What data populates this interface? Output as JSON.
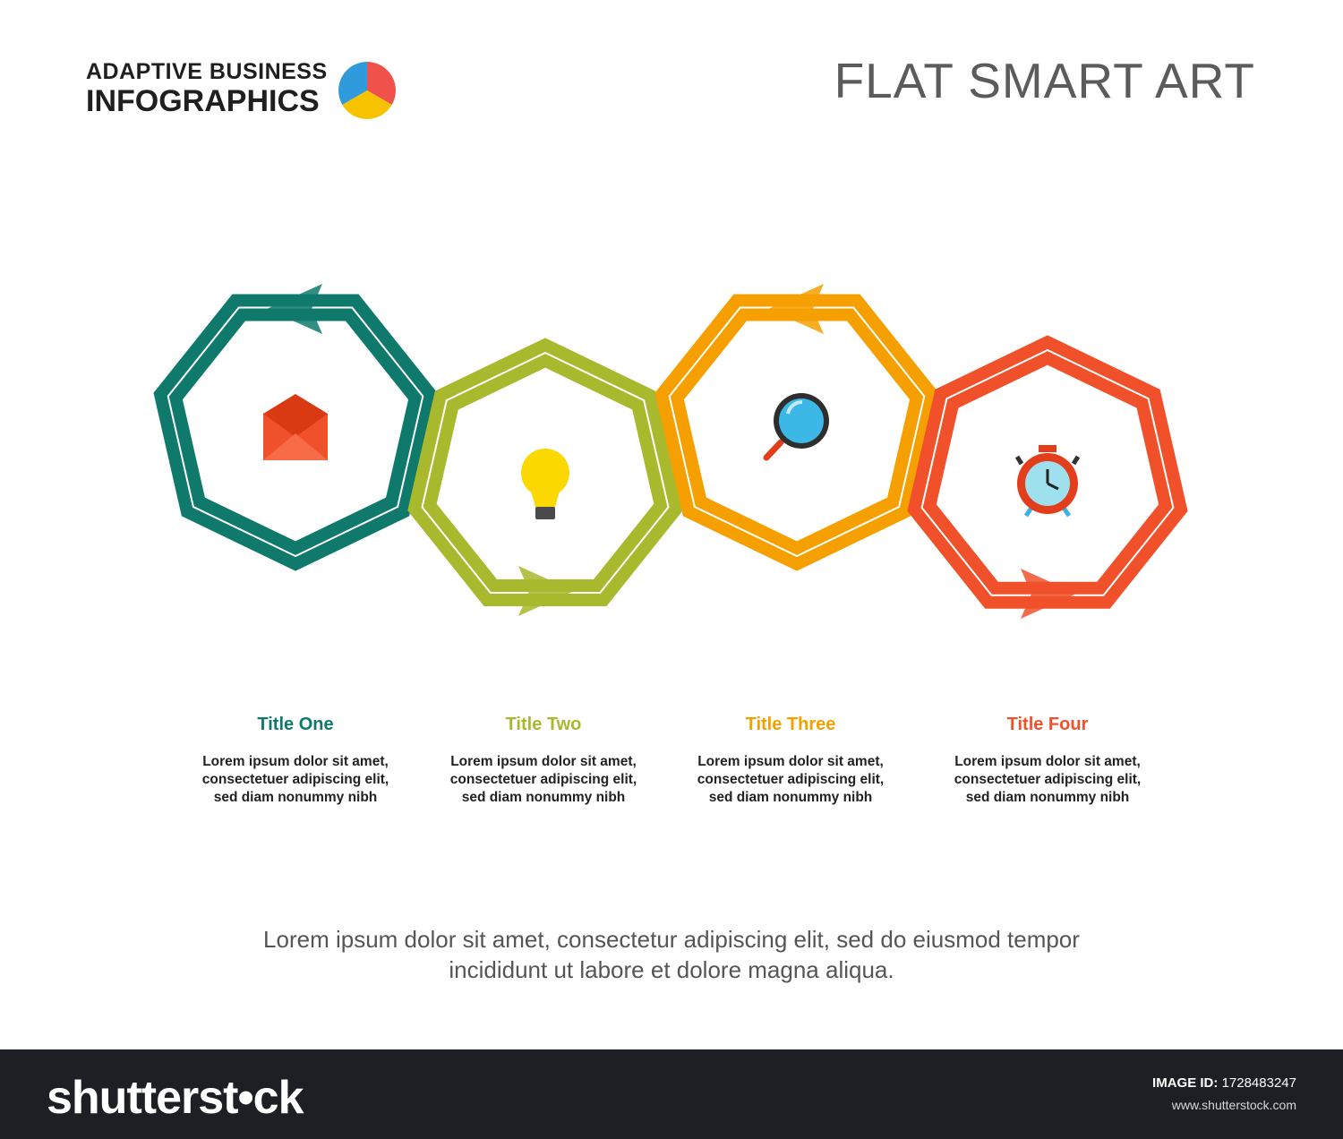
{
  "brand": {
    "line1": "ADAPTIVE BUSINESS",
    "line2": "INFOGRAPHICS"
  },
  "page_title": "FLAT SMART ART",
  "colors": {
    "teal": "#0f7a6c",
    "olive": "#a8b92e",
    "orange": "#f5a000",
    "red": "#f0512a"
  },
  "steps": [
    {
      "title": "Title One",
      "icon": "envelope-icon",
      "color": "#0f7a6c",
      "desc1": "Lorem ipsum dolor sit amet,",
      "desc2": "consectetuer adipiscing elit,",
      "desc3": "sed diam nonummy nibh"
    },
    {
      "title": "Title Two",
      "icon": "lightbulb-icon",
      "color": "#a8b92e",
      "desc1": "Lorem ipsum dolor sit amet,",
      "desc2": "consectetuer adipiscing elit,",
      "desc3": "sed diam nonummy nibh"
    },
    {
      "title": "Title Three",
      "icon": "magnifier-icon",
      "color": "#f5a000",
      "desc1": "Lorem ipsum dolor sit amet,",
      "desc2": "consectetuer adipiscing elit,",
      "desc3": "sed diam nonummy nibh"
    },
    {
      "title": "Title Four",
      "icon": "alarm-clock-icon",
      "color": "#f0512a",
      "desc1": "Lorem ipsum dolor sit amet,",
      "desc2": "consectetuer adipiscing elit,",
      "desc3": "sed diam nonummy nibh"
    }
  ],
  "footer": {
    "line1": "Lorem ipsum dolor sit amet, consectetur adipiscing elit, sed do eiusmod tempor",
    "line2": "incididunt ut labore et dolore magna aliqua."
  },
  "stock_bar": {
    "logo": "shutterst•ck",
    "image_id_label": "IMAGE ID:",
    "image_id": "1728483247",
    "site": "www.shutterstock.com"
  }
}
